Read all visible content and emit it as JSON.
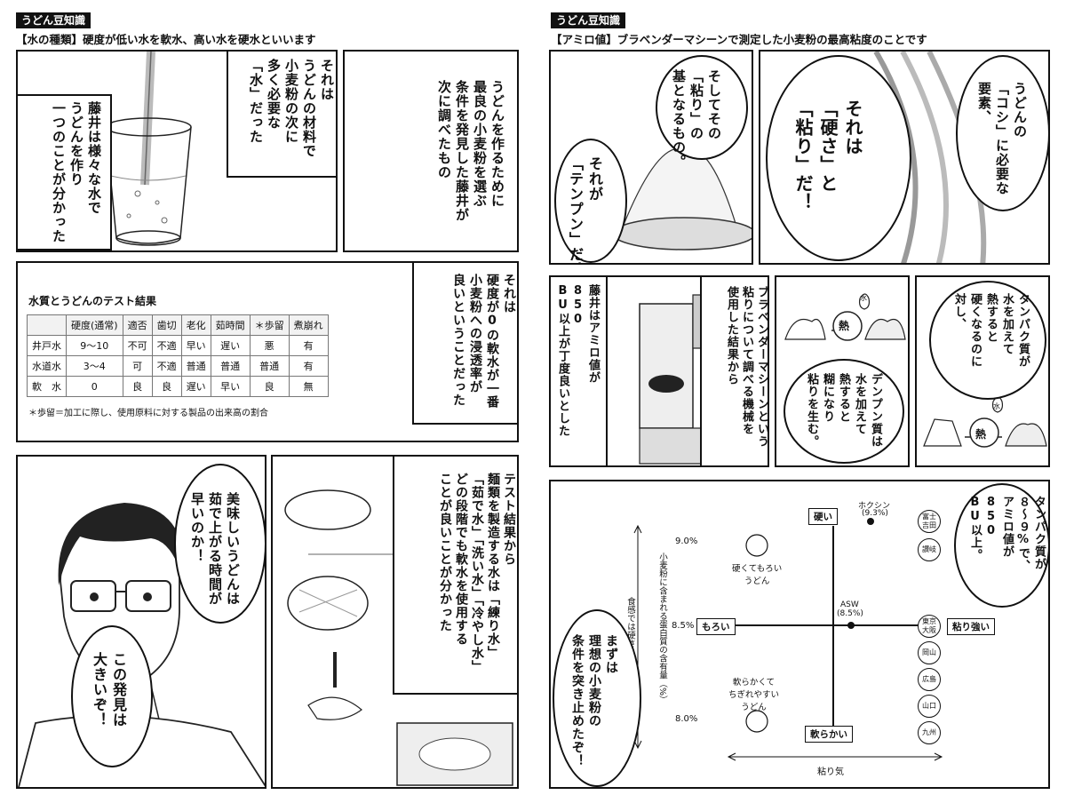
{
  "left": {
    "tag": "うどん豆知識",
    "header": "【水の種類】硬度が低い水を軟水、高い水を硬水といいます",
    "p1_text_a": "藤井は様々な水で\nうどんを作り\n一つのことが分かった",
    "p1_text_b": "それは\nうどんの材料で\n小麦粉の次に\n多く必要な\n「水」だった",
    "p2_text": "うどんを作るために\n最良の小麦粉を選ぶ\n条件を発見した藤井が\n次に調べたもの",
    "table": {
      "title": "水質とうどんのテスト結果",
      "headers": [
        "",
        "硬度(通常)",
        "適否",
        "歯切",
        "老化",
        "茹時間",
        "＊歩留",
        "煮崩れ"
      ],
      "rows": [
        [
          "井戸水",
          "9〜10",
          "不可",
          "不適",
          "早い",
          "遅い",
          "悪",
          "有"
        ],
        [
          "水道水",
          "3〜4",
          "可",
          "不適",
          "普通",
          "普通",
          "普通",
          "有"
        ],
        [
          "軟　水",
          "0",
          "良",
          "良",
          "遅い",
          "早い",
          "良",
          "無"
        ]
      ],
      "footnote": "＊歩留＝加工に際し、使用原料に対する製品の出来高の割合"
    },
    "p3_text": "それは\n硬度が0の軟水が一番\n小麦粉への浸透率が\n良いということだった",
    "p4_bubble1": "美味しいうどんは\n茹で上がる時間が\n早いのか！",
    "p4_bubble2": "この発見は\n大きいぞ！",
    "p5_text": "テスト結果から\n麺類を製造する水は「練り水」\n「茹で水」「洗い水」「冷やし水」\nどの段階でも軟水を使用する\nことが良いことが分かった"
  },
  "right": {
    "tag": "うどん豆知識",
    "header": "【アミロ値】ブラベンダーマシーンで測定した小麦粉の最高粘度のことです",
    "p1_bubble_a": "そしてその\n「粘り」の\n基となるもの。",
    "p1_bubble_b": "それが\n「テンプン」だ！",
    "p2_bubble_a": "それは\n「硬さ」と\n「粘り」だ！",
    "p2_bubble_b": "うどんの\n「コシ」に必要な\n要素、",
    "p3_caption": "藤井はアミロ値が\n850\nBU以上が丁度良いとした",
    "p3_text": "ブラベンダーマシーンという\n粘りについて調べる機械を\n使用した結果から",
    "p4_bubble": "デンプン質は\n水を加えて\n熱すると\n糊になり\n粘りを生む。",
    "p5_bubble": "タンパク質が\n水を加えて\n熱すると\n硬くなるのに\n対し、",
    "heat_label": "熱",
    "water_label": "水",
    "p6_bubble_a": "まずは\n理想の小麦粉の\n条件を突き止めたぞ！",
    "p6_bubble_b": "タンパク質が\n８〜９%で、\nアミロ値が\n850\nBU以上。",
    "chart": {
      "top_box": "硬い",
      "bottom_box": "軟らかい",
      "left_box": "もろい",
      "right_box": "粘り強い",
      "y_90": "9.0%",
      "y_85": "8.5%",
      "y_80": "8.0%",
      "y_axis_label": "小麦粉に含まれる蛋白質の含有量（%）",
      "y_axis_label2": "食感では硬さ",
      "x_axis_label": "粘り気",
      "hokushin": "ホクシン",
      "hokushin_val": "(9.3%)",
      "asw": "ASW",
      "asw_val": "(8.5%)",
      "circle1_label": "硬くてもろい\nうどん",
      "circle2_label": "軟らかくて\nちぎれやすい\nうどん",
      "prefs": [
        "富士\n吉田",
        "讃岐",
        "東京\n大阪",
        "岡山",
        "広島",
        "山口",
        "九州"
      ]
    }
  }
}
